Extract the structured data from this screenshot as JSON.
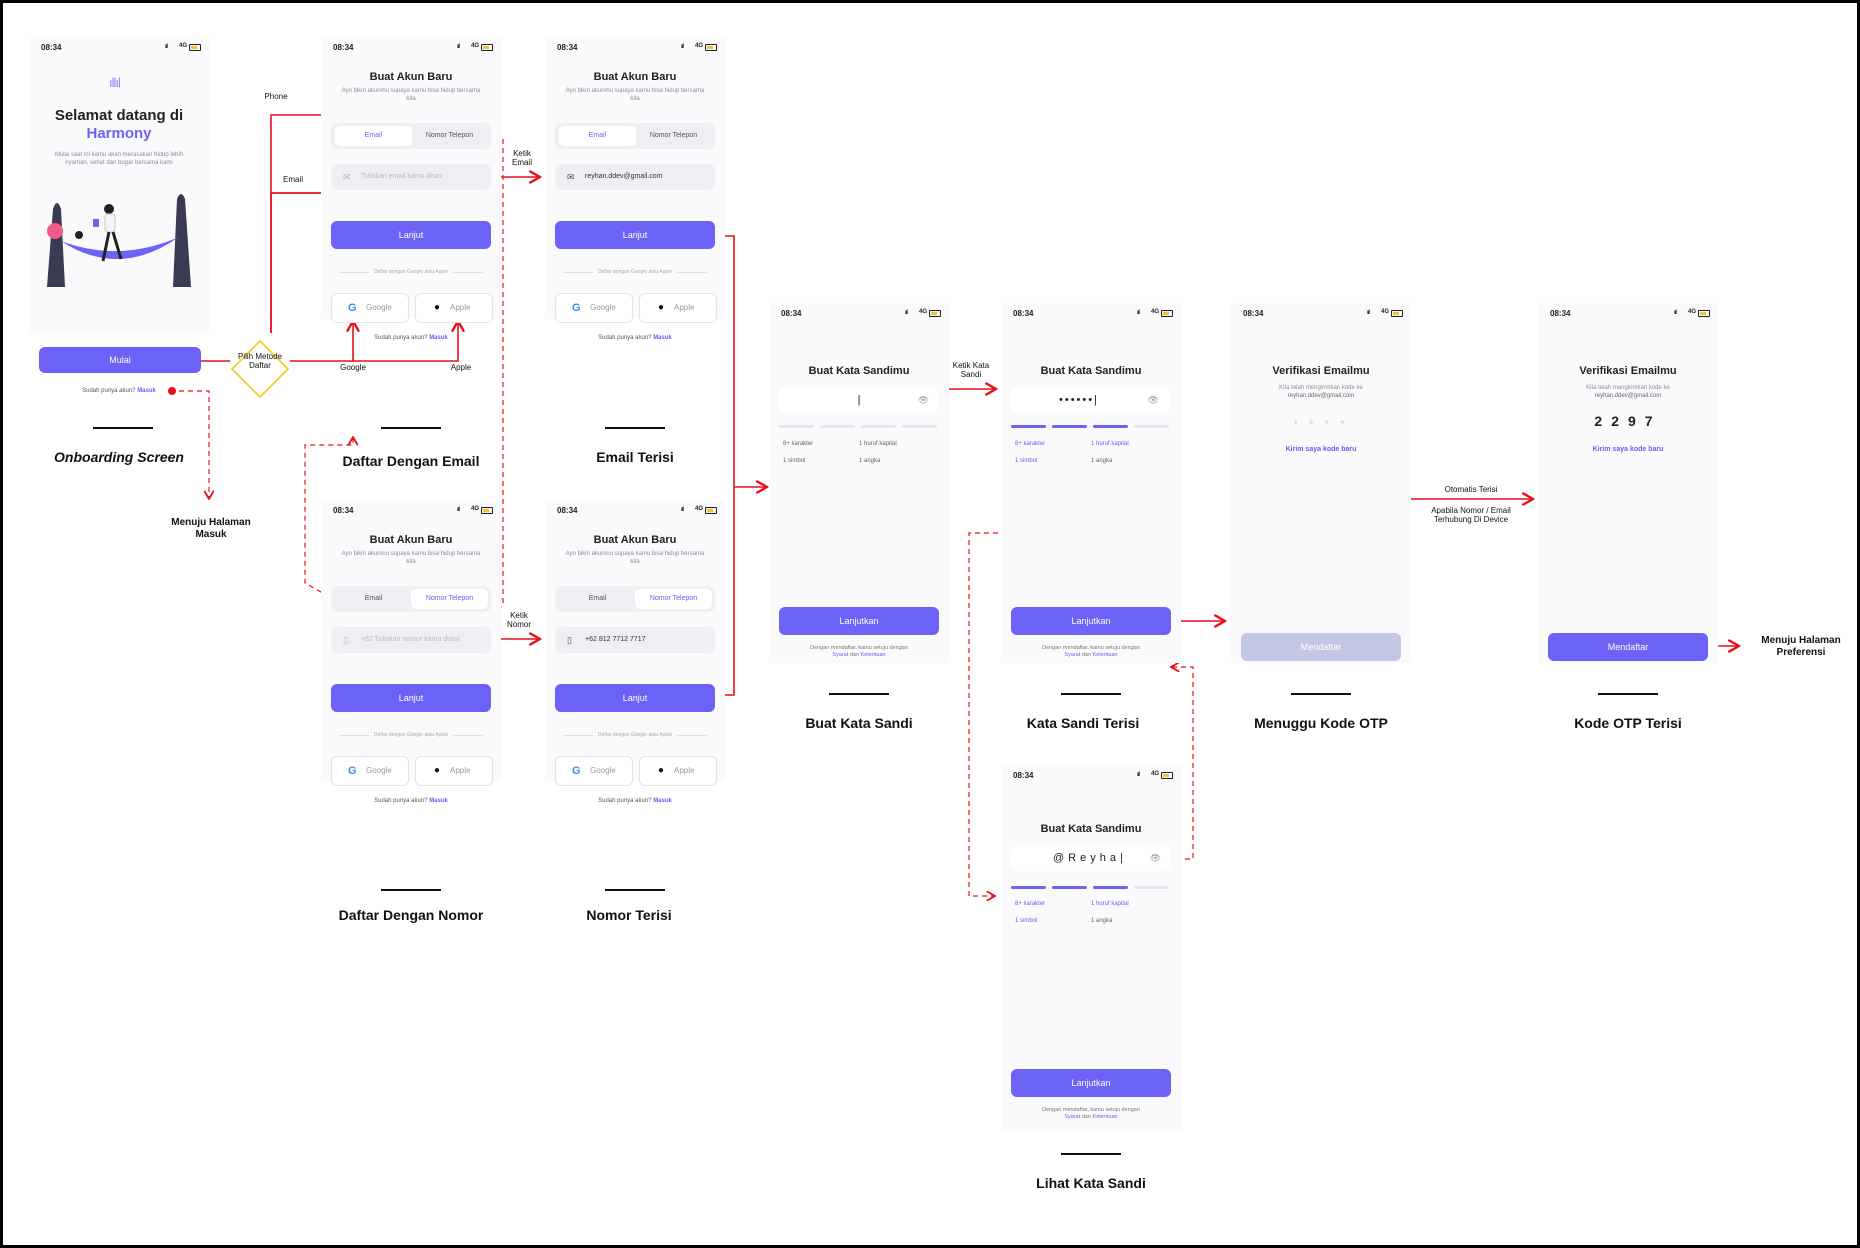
{
  "status": {
    "time": "08:34",
    "network": "4G"
  },
  "flow_labels": {
    "phone": "Phone",
    "email": "Email",
    "google": "Google",
    "apple": "Apple",
    "ketik_email": "Ketik Email",
    "ketik_nomor": "Ketik Nomor",
    "ketik_sandi": "Ketik Kata Sandi",
    "otomatis": "Otomatis Terisi",
    "apabila": "Apabila Nomor / Email Terhubung Di Device",
    "decision": "Pilih Metode Daftar",
    "menuju_masuk": "Menuju Halaman Masuk",
    "menuju_preferensi": "Menuju Halaman Preferensi"
  },
  "captions": {
    "onboarding": "Onboarding Screen",
    "daftar_email": "Daftar Dengan Email",
    "email_terisi": "Email Terisi",
    "daftar_nomor": "Daftar Dengan Nomor",
    "nomor_terisi": "Nomor Terisi",
    "buat_sandi": "Buat Kata Sandi",
    "sandi_terisi": "Kata Sandi Terisi",
    "lihat_sandi": "Lihat Kata Sandi",
    "menunggu_otp": "Menuggu Kode OTP",
    "otp_terisi": "Kode OTP Terisi"
  },
  "onboarding": {
    "title_line1": "Selamat datang di",
    "title_line2": "Harmony",
    "subtitle": "Mulai saat ini kamu akan merasakan hidup lebih nyaman, sehat dan bugar bersama kami",
    "cta": "Mulai",
    "already": "Sudah punya akun?",
    "login": "Masuk"
  },
  "register": {
    "title": "Buat Akun Baru",
    "subtitle": "Ayo bikin akunmu supaya kamu bisa hidup bersama kita",
    "tab_email": "Email",
    "tab_phone": "Nomor Telepon",
    "email_placeholder": "Tuliskan email kamu disini",
    "email_value": "reyhan.ddev@gmail.com",
    "phone_placeholder": "+62 Tuliskan nomor kamu disini",
    "phone_value": "+62 812 7712 7717",
    "cta": "Lanjut",
    "divider": "Daftar dengan Google atau Apple",
    "google": "Google",
    "apple": "Apple",
    "already": "Sudah punya akun?",
    "login": "Masuk"
  },
  "password": {
    "title": "Buat Kata Sandimu",
    "masked": "••••••|",
    "visible": "@Reyha|",
    "empty": "|",
    "req1": "8+ karakter",
    "req2": "1 huruf kapital",
    "req3": "1 simbol",
    "req4": "1 angka",
    "cta": "Lanjutkan",
    "terms_line1": "Dengan mendaftar, kamu setuju dengan",
    "terms_link1": "Syarat",
    "terms_and": "dan",
    "terms_link2": "Ketentuan"
  },
  "otp": {
    "title": "Verifikasi Emailmu",
    "subtitle": "Kita telah mengirimkan kode ke",
    "email": "reyhan.ddev@gmail.com",
    "empty_code": "• • • •",
    "code": "2297",
    "resend": "Kirim saya kode baru",
    "cta": "Mendaftar"
  },
  "colors": {
    "accent": "#6c63f6",
    "flow_red": "#e8101a",
    "decision": "#f2d43a"
  }
}
